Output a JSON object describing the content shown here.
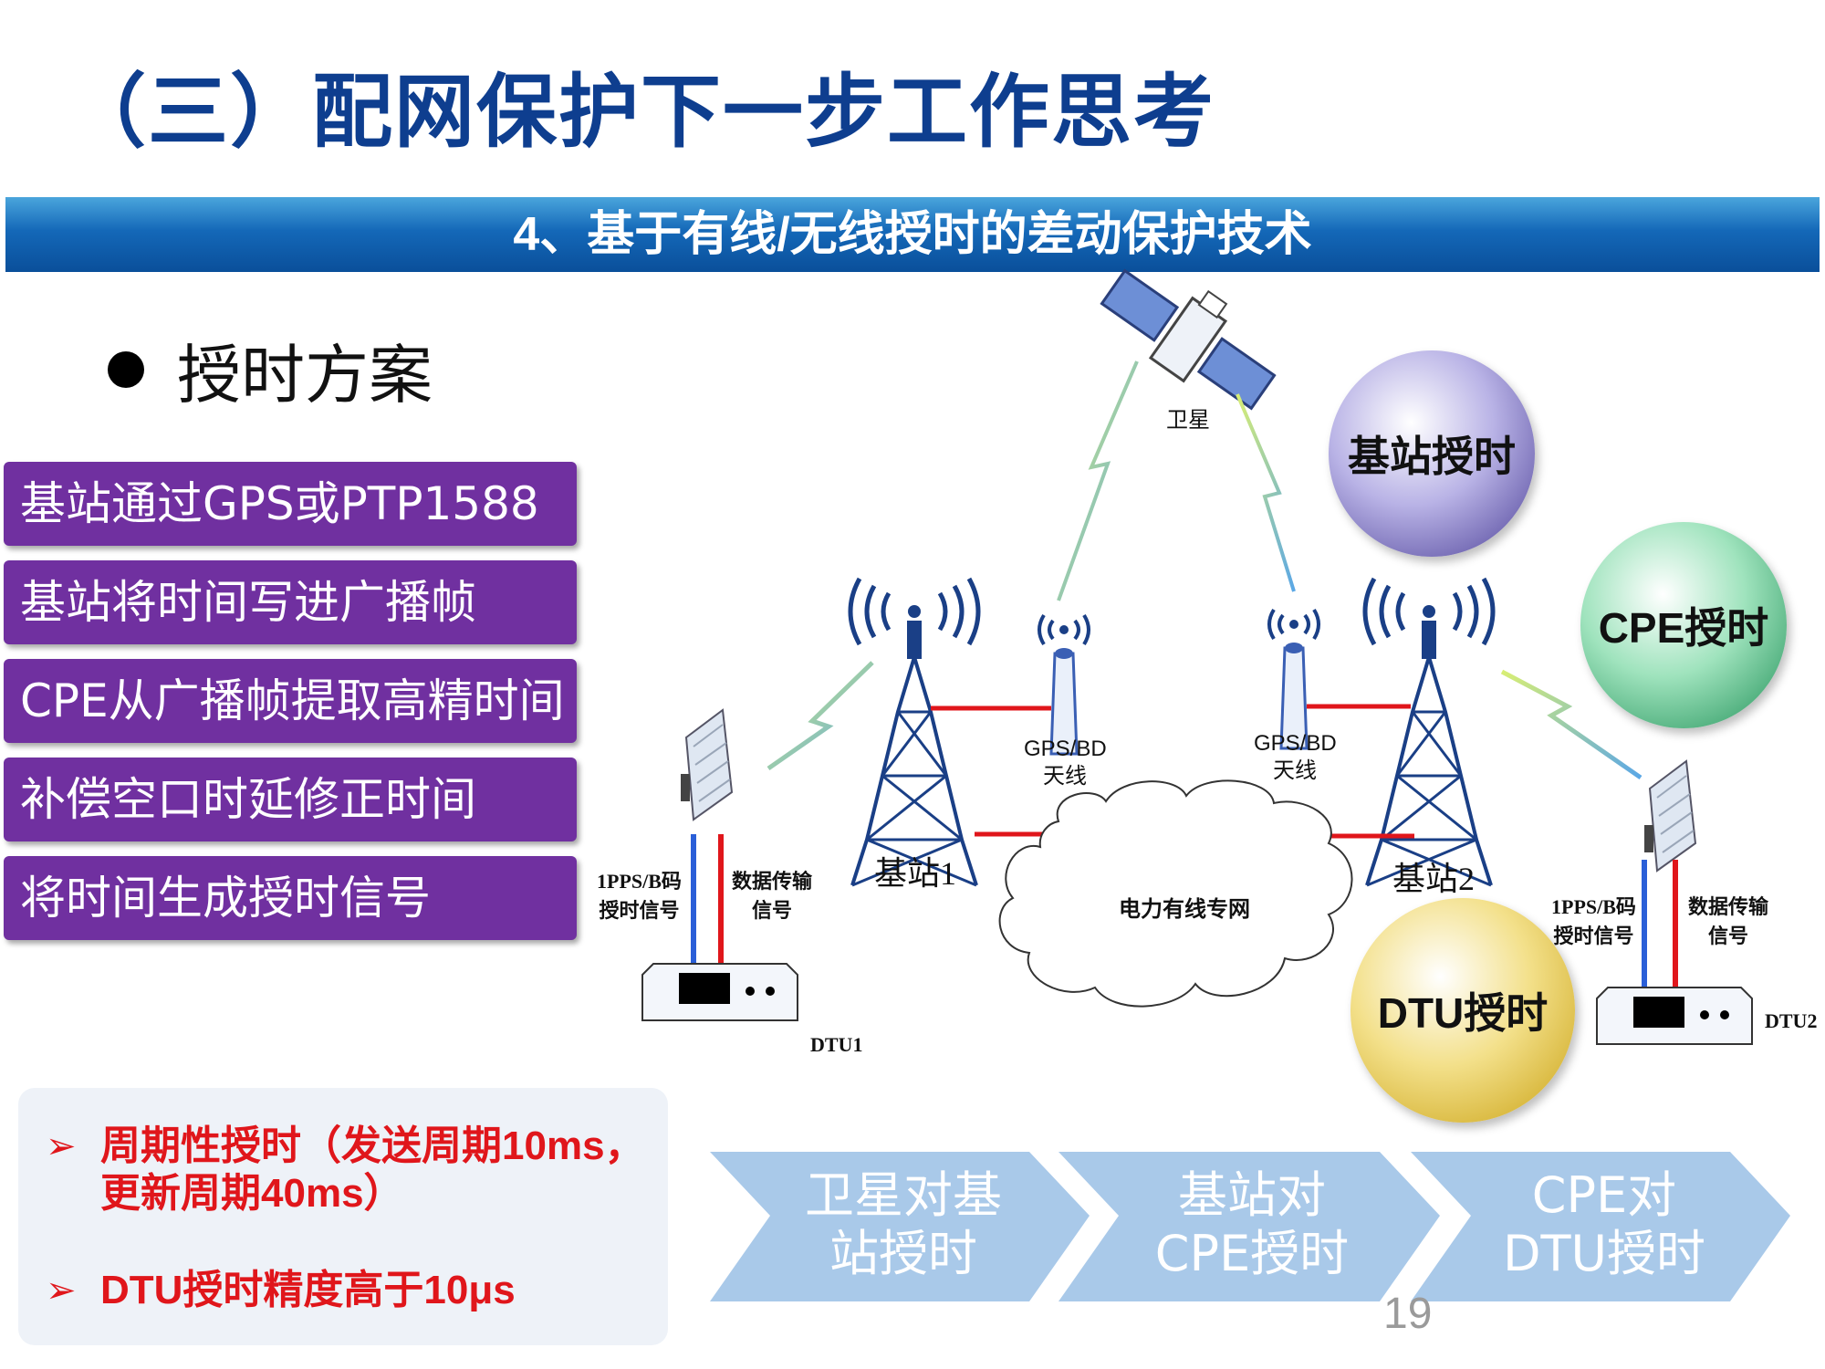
{
  "title": "（三）配网保护下一步工作思考",
  "banner": "4、基于有线/无线授时的差动保护技术",
  "bullet": "授时方案",
  "steps": [
    "基站通过GPS或PTP1588",
    "基站将时间写进广播帧",
    "CPE从广播帧提取高精时间",
    "补偿空口时延修正时间",
    "将时间生成授时信号"
  ],
  "notes": [
    "周期性授时（发送周期10ms，",
    "更新周期40ms）",
    "DTU授时精度高于10μs"
  ],
  "diagram": {
    "satellite": "卫星",
    "gps_antenna_left": [
      "GPS/BD",
      "天线"
    ],
    "gps_antenna_right": [
      "GPS/BD",
      "天线"
    ],
    "station1": "基站1",
    "station2": "基站2",
    "network": "电力有线专网",
    "dtu1_signal_left": [
      "1PPS/B码",
      "授时信号"
    ],
    "dtu1_signal_right": [
      "数据传输",
      "信号"
    ],
    "dtu2_signal_left": [
      "1PPS/B码",
      "授时信号"
    ],
    "dtu2_signal_right": [
      "数据传输",
      "信号"
    ],
    "dtu1": "DTU1",
    "dtu2": "DTU2",
    "sphere_station": "基站授时",
    "sphere_cpe": "CPE授时",
    "sphere_dtu": "DTU授时",
    "colors": {
      "station": "#6b5fb0",
      "cpe": "#2aa86a",
      "dtu": "#d9b820",
      "wire_red": "#e0161b",
      "wire_blue": "#2a5fd8"
    }
  },
  "chevrons": [
    [
      "卫星对基",
      "站授时"
    ],
    [
      "基站对",
      "CPE授时"
    ],
    [
      "CPE对",
      "DTU授时"
    ]
  ],
  "page_number": "19"
}
